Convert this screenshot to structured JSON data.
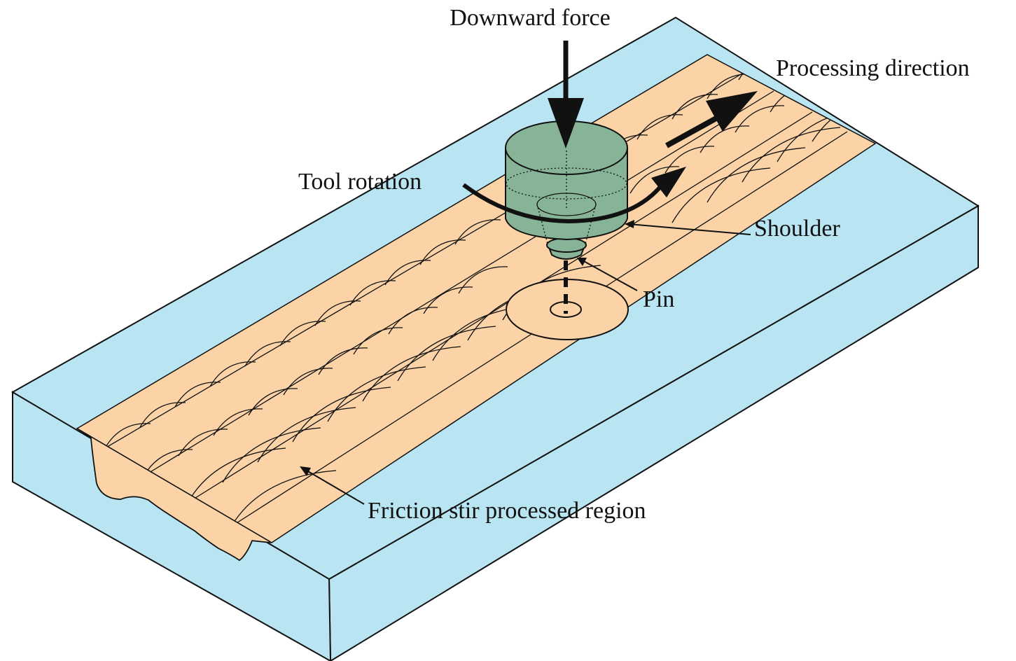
{
  "labels": {
    "downward_force": "Downward force",
    "processing_direction": "Processing direction",
    "tool_rotation": "Tool rotation",
    "shoulder": "Shoulder",
    "pin": "Pin",
    "processed_region": "Friction stir processed region"
  },
  "colors": {
    "plate": "#b9e4f2",
    "processed": "#fbd3a6",
    "tool": "#87b496",
    "outline": "#111111"
  }
}
